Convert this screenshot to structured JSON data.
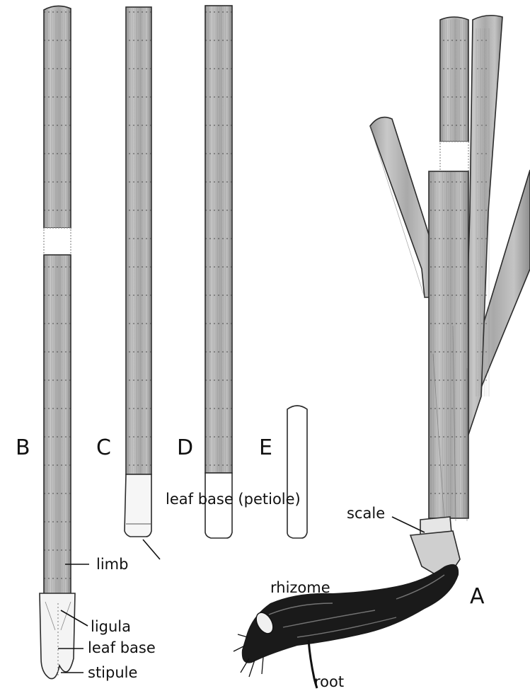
{
  "panels": {
    "a": "A",
    "b": "B",
    "c": "C",
    "d": "D",
    "e": "E"
  },
  "parts": {
    "limb": "limb",
    "ligula": "ligula",
    "leaf_base": "leaf base",
    "stipule": "stipule",
    "leaf_base_petiole": "leaf base (petiole)",
    "scale": "scale",
    "rhizome": "rhizome",
    "root": "root"
  },
  "colors": {
    "leaf_fill": "#b8b8b8",
    "leaf_dark": "#8f8f8f",
    "ink": "#111111",
    "rhizome": "#1a1a1a"
  }
}
